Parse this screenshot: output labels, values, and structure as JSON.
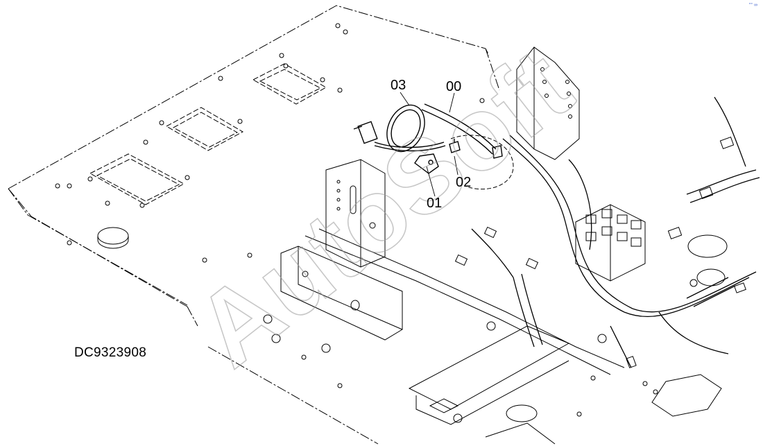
{
  "diagram": {
    "drawing_number": "DC9323908",
    "callouts": [
      {
        "id": "00",
        "text": "00"
      },
      {
        "id": "01",
        "text": "01"
      },
      {
        "id": "02",
        "text": "02"
      },
      {
        "id": "03",
        "text": "03"
      }
    ],
    "watermark_text": "AutoSoft",
    "corner_mark": "°° ∞"
  },
  "colors": {
    "line": "#000000",
    "dashed": "#555555",
    "watermark": "#9a9a9a"
  }
}
